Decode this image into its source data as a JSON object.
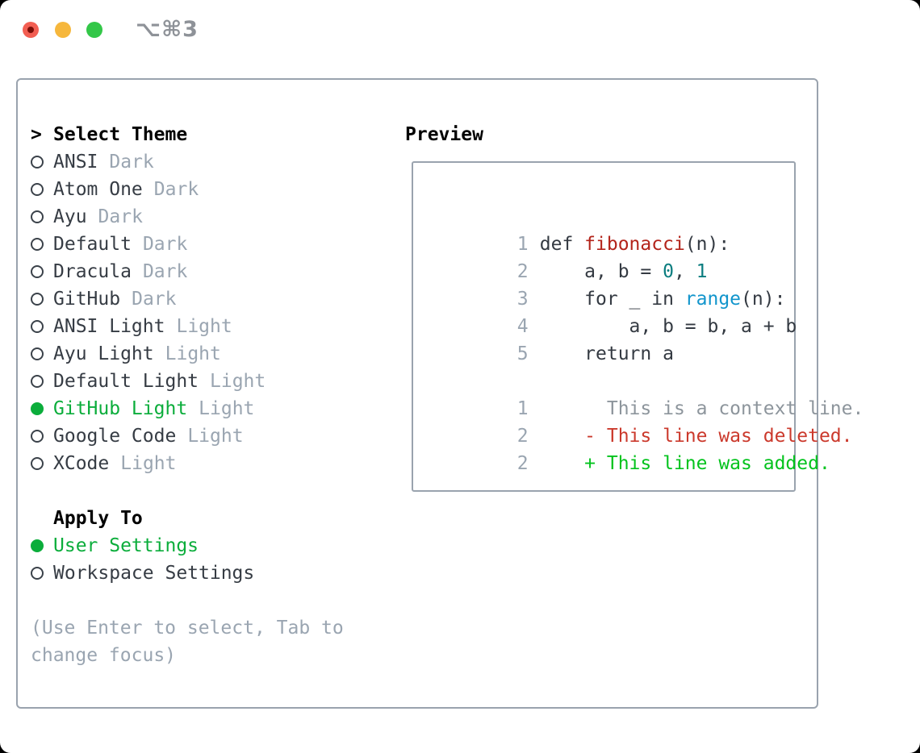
{
  "window": {
    "title": "⌥⌘3",
    "traffic_lights": {
      "close": "close-button-with-unsaved-dot",
      "minimize": "minimize-button",
      "zoom": "zoom-button"
    }
  },
  "theme_picker": {
    "prompt": ">",
    "header": "Select Theme",
    "themes": [
      {
        "name": "ANSI",
        "kind": "Dark",
        "selected": false
      },
      {
        "name": "Atom One",
        "kind": "Dark",
        "selected": false
      },
      {
        "name": "Ayu",
        "kind": "Dark",
        "selected": false
      },
      {
        "name": "Default",
        "kind": "Dark",
        "selected": false
      },
      {
        "name": "Dracula",
        "kind": "Dark",
        "selected": false
      },
      {
        "name": "GitHub",
        "kind": "Dark",
        "selected": false
      },
      {
        "name": "ANSI Light",
        "kind": "Light",
        "selected": false
      },
      {
        "name": "Ayu Light",
        "kind": "Light",
        "selected": false
      },
      {
        "name": "Default Light",
        "kind": "Light",
        "selected": false
      },
      {
        "name": "GitHub Light",
        "kind": "Light",
        "selected": true
      },
      {
        "name": "Google Code",
        "kind": "Light",
        "selected": false
      },
      {
        "name": "XCode",
        "kind": "Light",
        "selected": false
      }
    ],
    "apply_to": {
      "header": "Apply To",
      "options": [
        {
          "label": "User Settings",
          "selected": true
        },
        {
          "label": "Workspace Settings",
          "selected": false
        }
      ]
    },
    "hint": "(Use Enter to select, Tab to change focus)"
  },
  "preview": {
    "header": "Preview",
    "lines": [
      {
        "num": "1",
        "tokens": [
          {
            "t": "def ",
            "c": "text"
          },
          {
            "t": "fibonacci",
            "c": "func"
          },
          {
            "t": "(n):",
            "c": "text"
          }
        ]
      },
      {
        "num": "2",
        "tokens": [
          {
            "t": "    a, b = ",
            "c": "text"
          },
          {
            "t": "0",
            "c": "num"
          },
          {
            "t": ", ",
            "c": "text"
          },
          {
            "t": "1",
            "c": "num"
          }
        ]
      },
      {
        "num": "3",
        "tokens": [
          {
            "t": "    for _ in ",
            "c": "text"
          },
          {
            "t": "range",
            "c": "builtin"
          },
          {
            "t": "(n):",
            "c": "text"
          }
        ]
      },
      {
        "num": "4",
        "tokens": [
          {
            "t": "        a, b = b, a + b",
            "c": "text"
          }
        ]
      },
      {
        "num": "5",
        "tokens": [
          {
            "t": "    return a",
            "c": "text"
          }
        ]
      },
      {
        "num": "",
        "tokens": []
      },
      {
        "num": "1",
        "tokens": [
          {
            "t": "      This is a context line.",
            "c": "context"
          }
        ]
      },
      {
        "num": "2",
        "tokens": [
          {
            "t": "    - This line was deleted.",
            "c": "deleted"
          }
        ]
      },
      {
        "num": "2",
        "tokens": [
          {
            "t": "    + This line was added.",
            "c": "added"
          }
        ]
      }
    ]
  },
  "colors": {
    "selection_green": "#0bad3b",
    "added_green": "#03c31d",
    "deleted_red": "#cb392c",
    "function_red": "#b3241b",
    "number_teal": "#0b7d7f",
    "builtin_blue": "#1295cc",
    "muted_gray": "#9aa5b1",
    "context_gray": "#8d959c",
    "text_dark": "#343a42",
    "border_gray": "#9aa3ae",
    "traffic_red": "#f25e52",
    "traffic_yellow": "#f6b73c",
    "traffic_green": "#33c748",
    "unsaved_dot_maroon": "#7a0d06"
  }
}
